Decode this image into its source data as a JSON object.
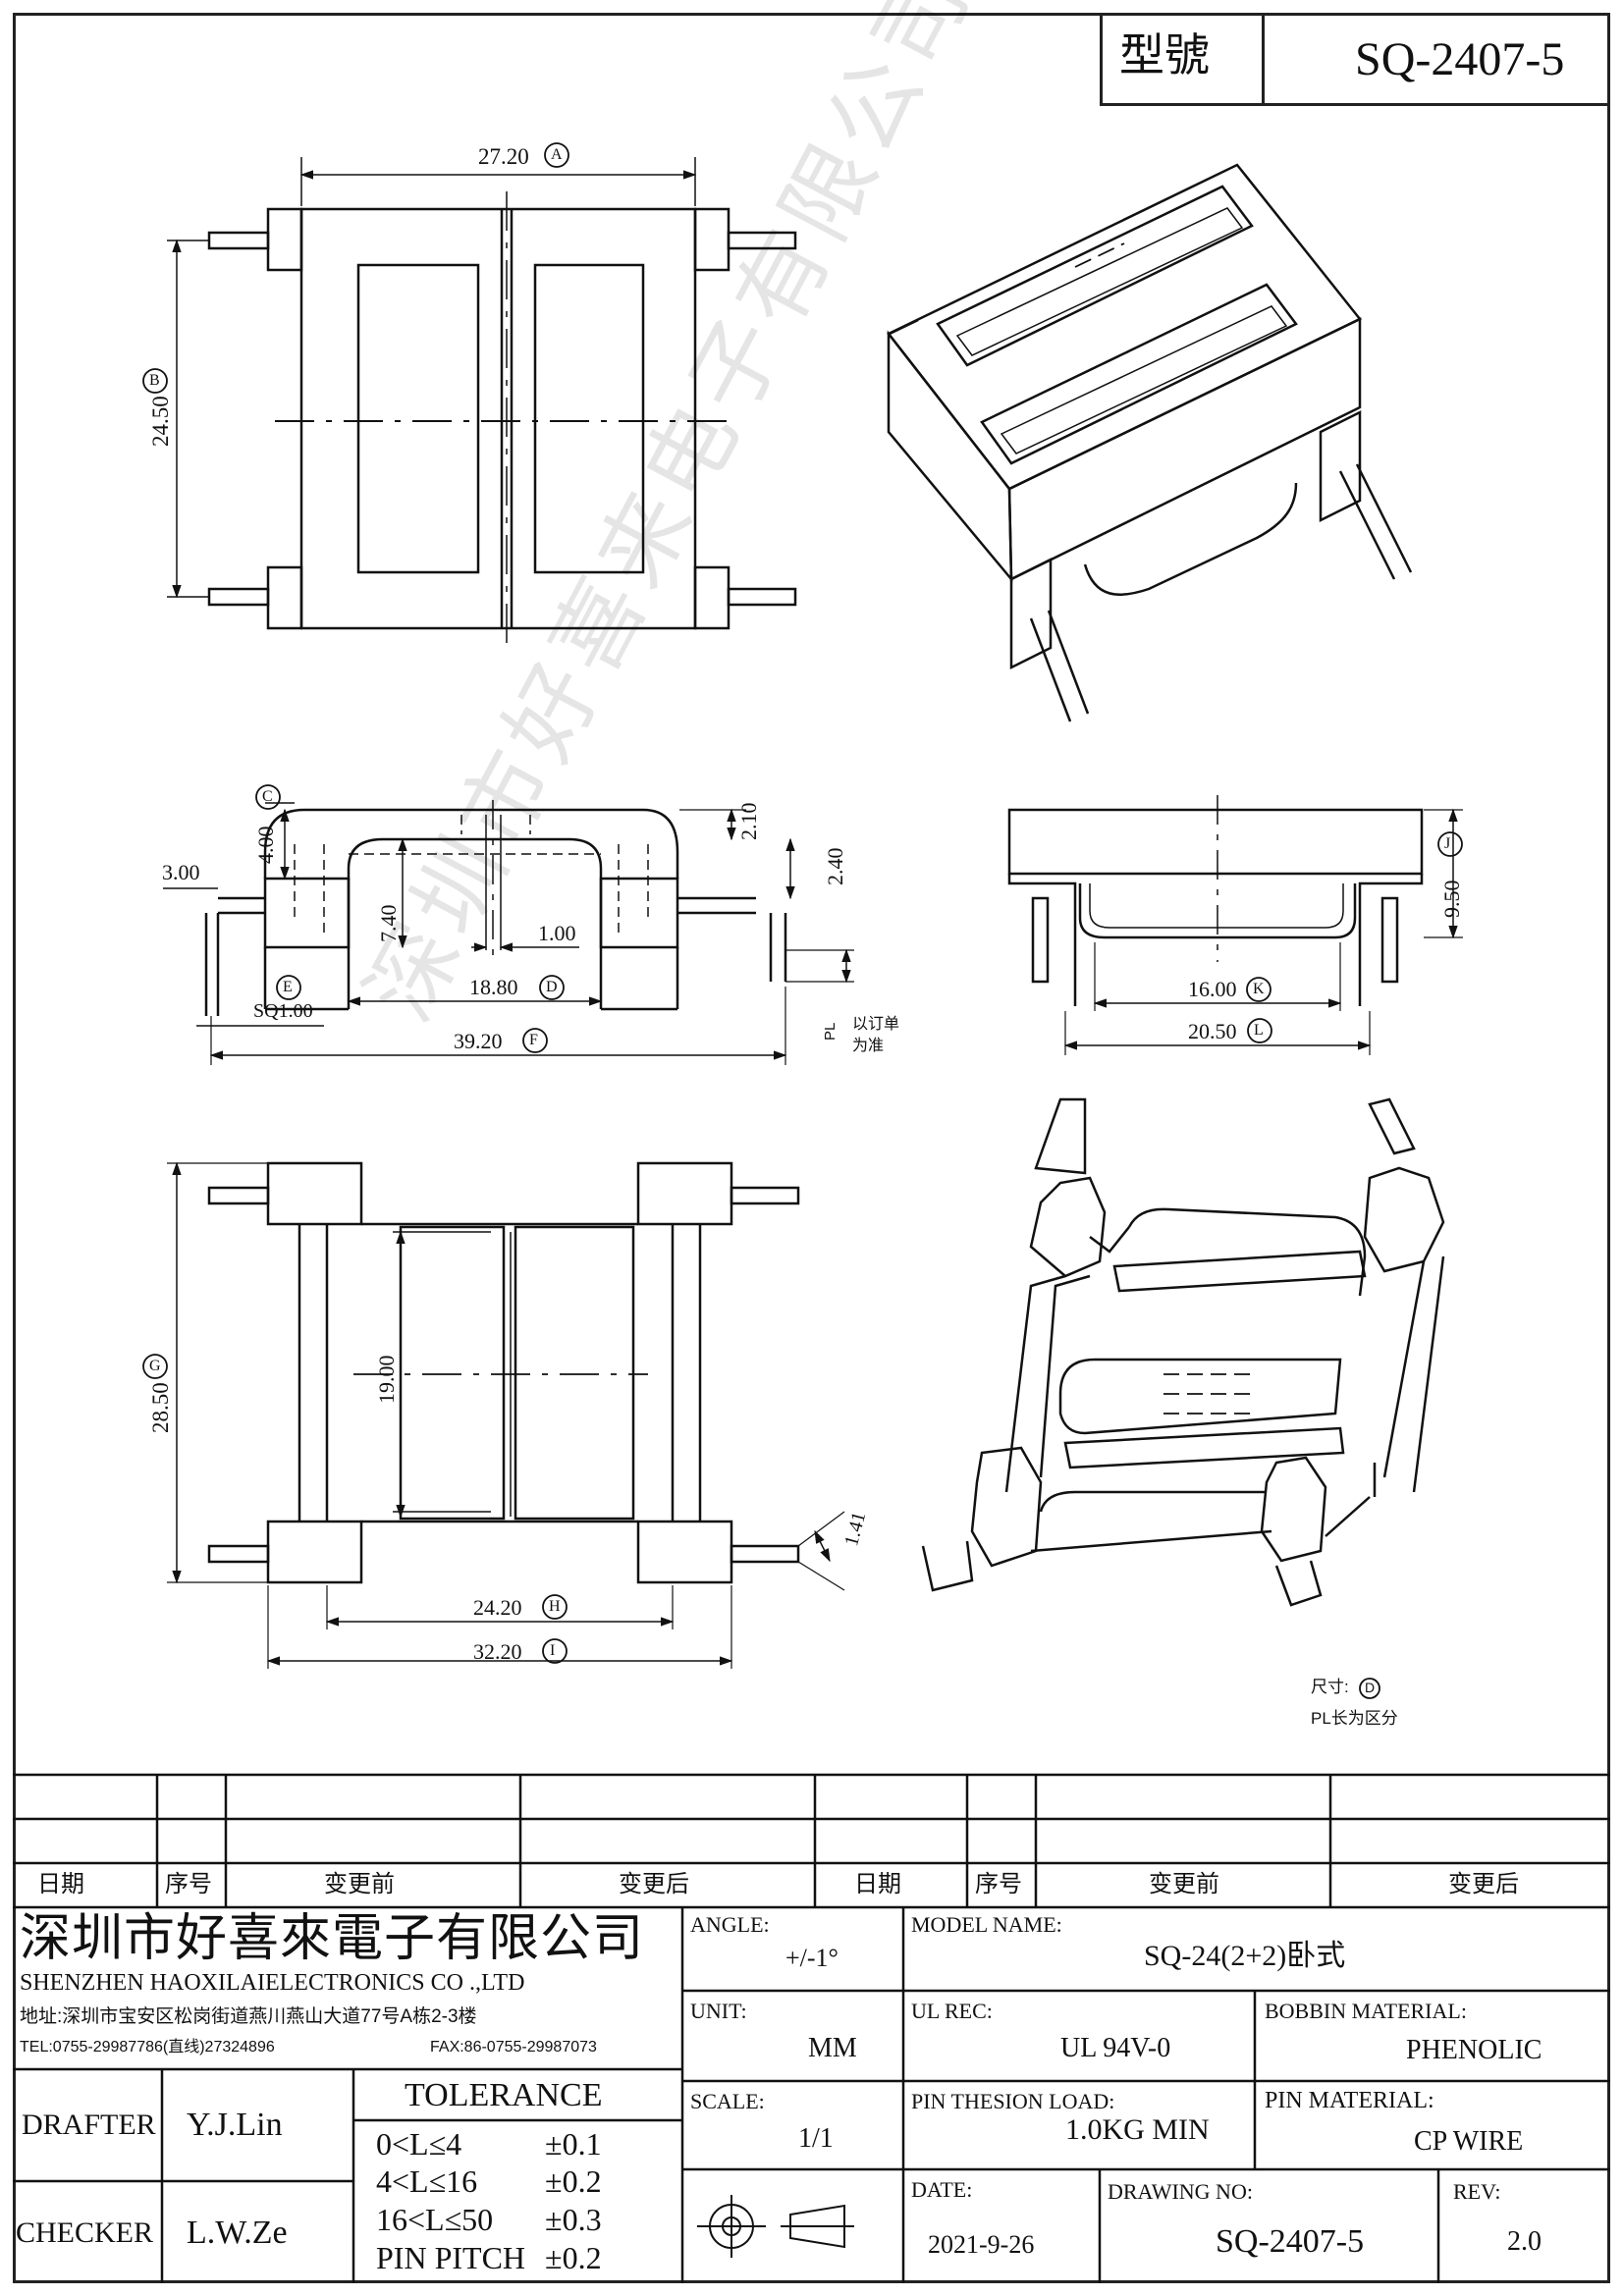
{
  "model_box": {
    "label": "型號",
    "value": "SQ-2407-5"
  },
  "dimensions": {
    "A": {
      "value": "27.20",
      "tag": "A"
    },
    "B": {
      "value": "24.50",
      "tag": "B"
    },
    "C": {
      "tag": "C",
      "value": "4.00"
    },
    "c_210": "2.10",
    "c_300": "3.00",
    "c_240": "2.40",
    "c_740": "7.40",
    "c_100": "1.00",
    "D": {
      "value": "18.80",
      "tag": "D"
    },
    "E": {
      "value": "SQ1.00",
      "tag": "E"
    },
    "F": {
      "value": "39.20",
      "tag": "F"
    },
    "J": {
      "value": "9.50",
      "tag": "J"
    },
    "K": {
      "value": "16.00",
      "tag": "K"
    },
    "L": {
      "value": "20.50",
      "tag": "L"
    },
    "G": {
      "value": "28.50",
      "tag": "G"
    },
    "c_1900": "19.00",
    "c_141": "1.41",
    "H": {
      "value": "24.20",
      "tag": "H"
    },
    "I": {
      "value": "32.20",
      "tag": "I"
    }
  },
  "pl_note": {
    "pl": "PL",
    "line1": "以订单",
    "line2": "为准"
  },
  "size_note": {
    "line1": "尺寸:",
    "tag": "D",
    "line2": "PL长为区分"
  },
  "watermark": "深圳市好喜来电子有限公司",
  "revision_table": {
    "headers": [
      "日期",
      "序号",
      "变更前",
      "变更后",
      "日期",
      "序号",
      "变更前",
      "变更后"
    ]
  },
  "company": {
    "name_cn": "深圳市好喜來電子有限公司",
    "name_en": "SHENZHEN  HAOXILAIELECTRONICS CO .,LTD",
    "address": "地址:深圳市宝安区松岗街道燕川燕山大道77号A栋2-3楼",
    "tel": "TEL:0755-29987786(直线)27324896",
    "fax": "FAX:86-0755-29987073"
  },
  "title_block": {
    "angle_label": "ANGLE:",
    "angle_value": "+/-1°",
    "model_label": "MODEL NAME:",
    "model_value": "SQ-24(2+2)卧式",
    "unit_label": "UNIT:",
    "unit_value": "MM",
    "ul_label": "UL REC:",
    "ul_value": "UL 94V-0",
    "bobbin_label": "BOBBIN MATERIAL:",
    "bobbin_value": "PHENOLIC",
    "scale_label": "SCALE:",
    "scale_value": "1/1",
    "pin_load_label": "PIN THESION LOAD:",
    "pin_load_value": "1.0KG MIN",
    "pin_mat_label": "PIN MATERIAL:",
    "pin_mat_value": "CP  WIRE",
    "date_label": "DATE:",
    "date_value": "2021-9-26",
    "drawing_label": "DRAWING NO:",
    "drawing_value": "SQ-2407-5",
    "rev_label": "REV:",
    "rev_value": "2.0"
  },
  "people": {
    "drafter_label": "DRAFTER",
    "drafter_value": "Y.J.Lin",
    "checker_label": "CHECKER",
    "checker_value": "L.W.Ze"
  },
  "tolerance": {
    "title": "TOLERANCE",
    "rows": [
      {
        "range": "0<L≤4",
        "value": "±0.1"
      },
      {
        "range": "4<L≤16",
        "value": "±0.2"
      },
      {
        "range": "16<L≤50",
        "value": "±0.3"
      },
      {
        "range": "PIN PITCH",
        "value": "±0.2"
      }
    ]
  }
}
